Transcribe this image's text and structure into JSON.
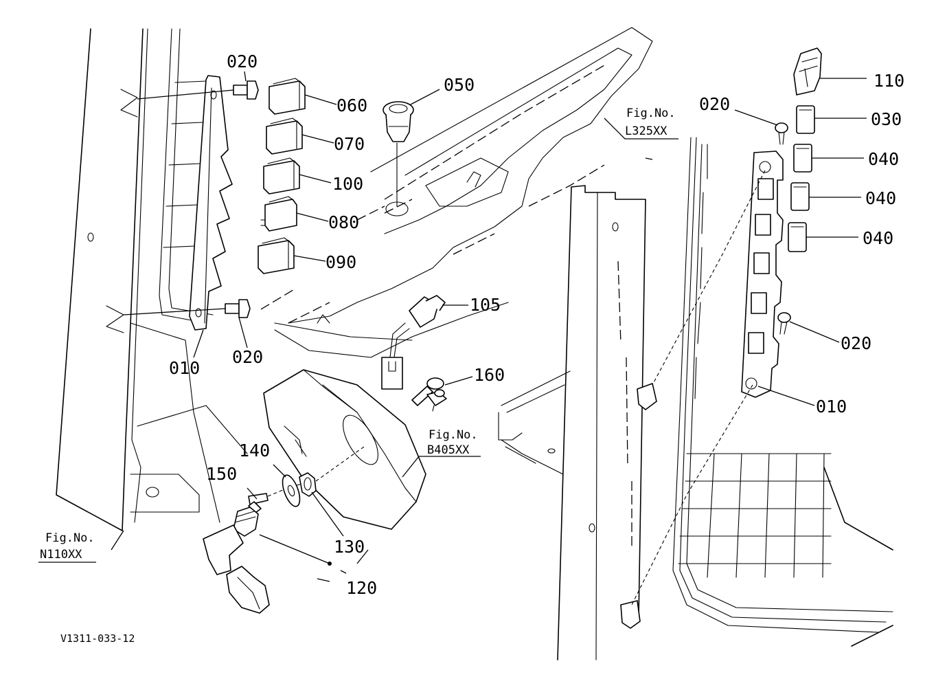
{
  "diagram_code": "V1311-033-12",
  "figure_refs": [
    {
      "label": "Fig.No.",
      "code": "N110XX"
    },
    {
      "label": "Fig.No.",
      "code": "L325XX"
    },
    {
      "label": "Fig.No.",
      "code": "B405XX"
    }
  ],
  "callouts": {
    "left_bolt_top": "020",
    "left_bolt_bottom": "020",
    "left_panel": "010",
    "switch_060": "060",
    "switch_070": "070",
    "switch_100": "100",
    "switch_080": "080",
    "switch_090": "090",
    "socket_050": "050",
    "connector_105": "105",
    "key_160": "160",
    "bolt_150": "150",
    "washer_140": "140",
    "nut_130": "130",
    "connector_120": "120",
    "cap_110": "110",
    "right_bolt_top": "020",
    "plug_030": "030",
    "plug_040_a": "040",
    "plug_040_b": "040",
    "plug_040_c": "040",
    "right_bolt_bottom": "020",
    "right_panel": "010"
  }
}
